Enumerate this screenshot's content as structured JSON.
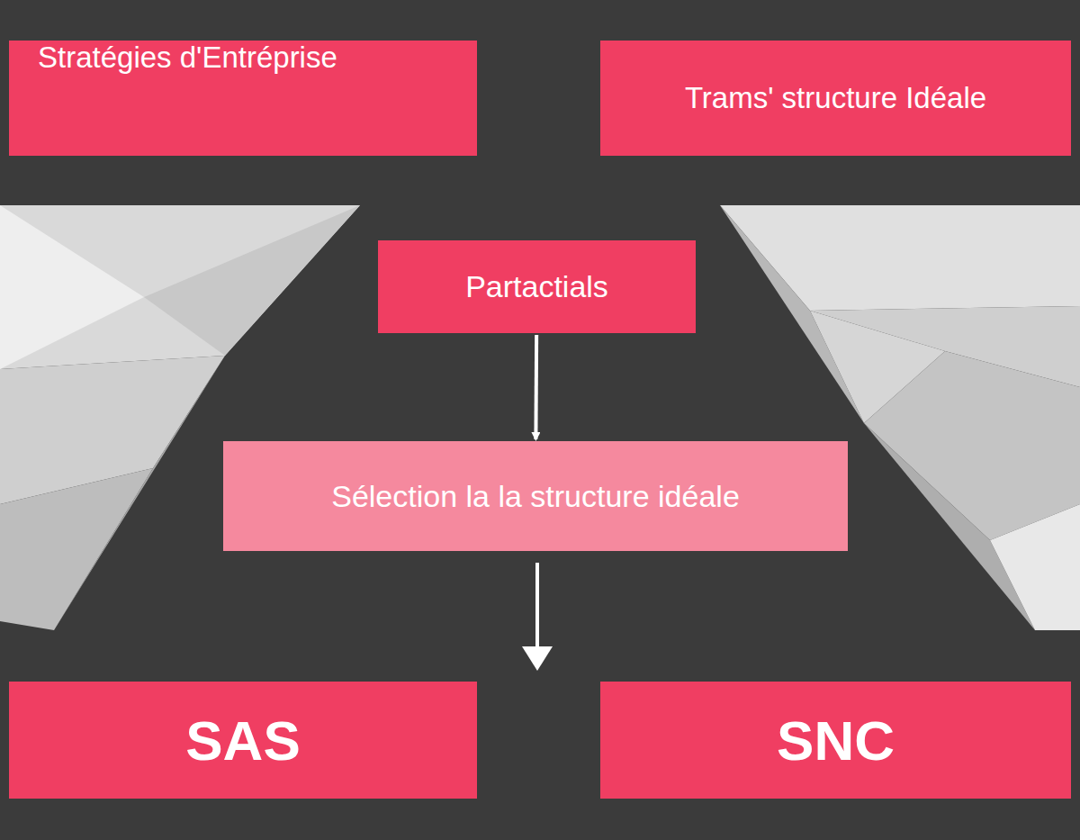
{
  "diagram": {
    "nodes": [
      {
        "text": [
          "Stratégies d'Entréprise"
        ]
      },
      {
        "text": [
          "Trams' structure Idéale"
        ]
      },
      {
        "text": [
          "Partactials"
        ]
      },
      {
        "text": [
          "Sélection la la structure idéale"
        ]
      },
      {
        "text": [
          "SAS"
        ]
      },
      {
        "text": [
          "SNC"
        ]
      }
    ],
    "edges": [
      {
        "from": 2,
        "to": 3,
        "arrow": "to"
      }
    ]
  }
}
